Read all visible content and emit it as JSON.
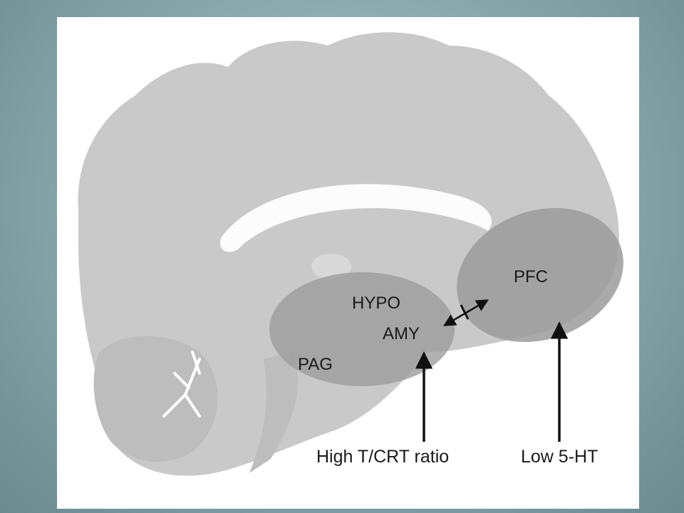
{
  "diagram": {
    "regions": {
      "hypo": "HYPO",
      "amy": "AMY",
      "pag": "PAG",
      "pfc": "PFC"
    },
    "inputs": {
      "left": "High T/CRT ratio",
      "right": "Low 5-HT"
    },
    "colors": {
      "slide_background": "#86a6ab",
      "panel": "#ffffff",
      "brain": "#c9c9c9",
      "region_ellipse": "#9b9b9b",
      "arrow": "#111111"
    }
  }
}
